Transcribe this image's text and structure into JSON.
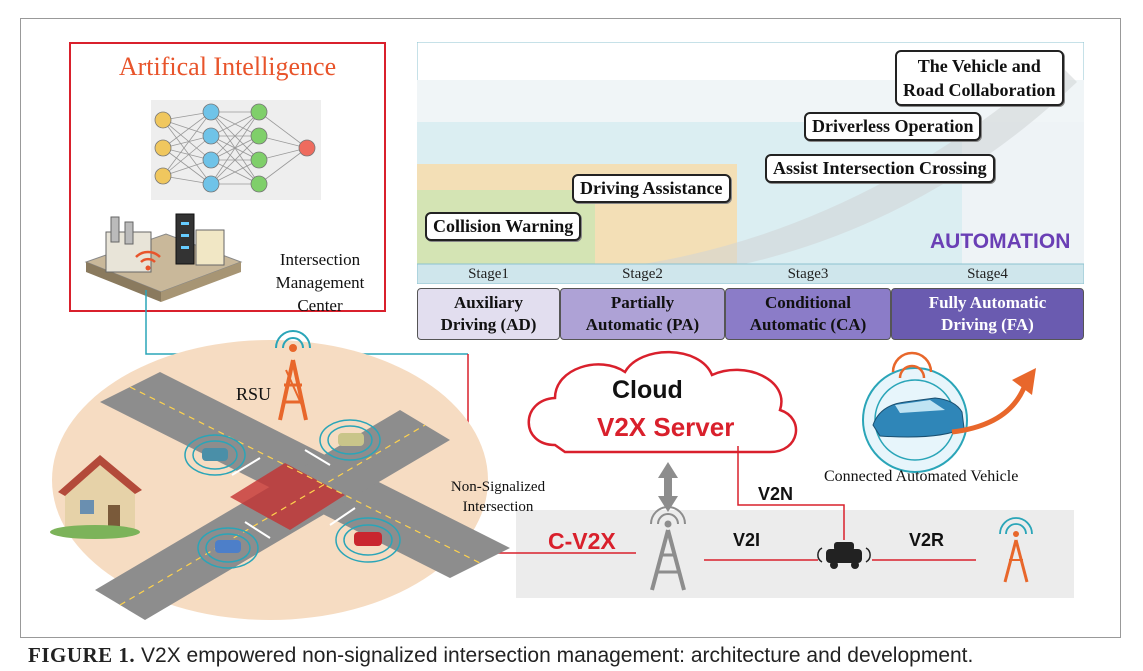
{
  "ai_panel": {
    "title": "Artifical Intelligence",
    "imc_line1": "Intersection",
    "imc_line2": "Management Center"
  },
  "milestones": {
    "collision_warning": "Collision Warning",
    "driving_assistance": "Driving Assistance",
    "assist_crossing": "Assist Intersection Crossing",
    "driverless": "Driverless Operation",
    "collab_line1": "The Vehicle and",
    "collab_line2": "Road Collaboration",
    "automation": "AUTOMATION"
  },
  "stages": [
    {
      "label": "Stage1",
      "line1": "Auxiliary",
      "line2": "Driving (AD)",
      "color": "#e2deef"
    },
    {
      "label": "Stage2",
      "line1": "Partially",
      "line2": "Automatic (PA)",
      "color": "#aea2d6"
    },
    {
      "label": "Stage3",
      "line1": "Conditional",
      "line2": "Automatic (CA)",
      "color": "#8b7cc8"
    },
    {
      "label": "Stage4",
      "line1": "Fully Automatic",
      "line2": "Driving (FA)",
      "color": "#6a5bb0"
    }
  ],
  "intersection": {
    "rsu_label": "RSU",
    "nonsig_line1": "Non-Signalized",
    "nonsig_line2": "Intersection"
  },
  "network": {
    "cloud_title": "Cloud",
    "cloud_sub": "V2X Server",
    "cv2x": "C-V2X",
    "v2n": "V2N",
    "v2i": "V2I",
    "v2r": "V2R",
    "cav_label": "Connected Automated Vehicle"
  },
  "caption": {
    "figure": "FIGURE 1.",
    "text": " V2X empowered non-signalized intersection management: architecture and development."
  },
  "colors": {
    "red": "#d9202c",
    "orange": "#e8542b",
    "purple": "#6a3fb5",
    "teal": "#2aa5b8"
  }
}
